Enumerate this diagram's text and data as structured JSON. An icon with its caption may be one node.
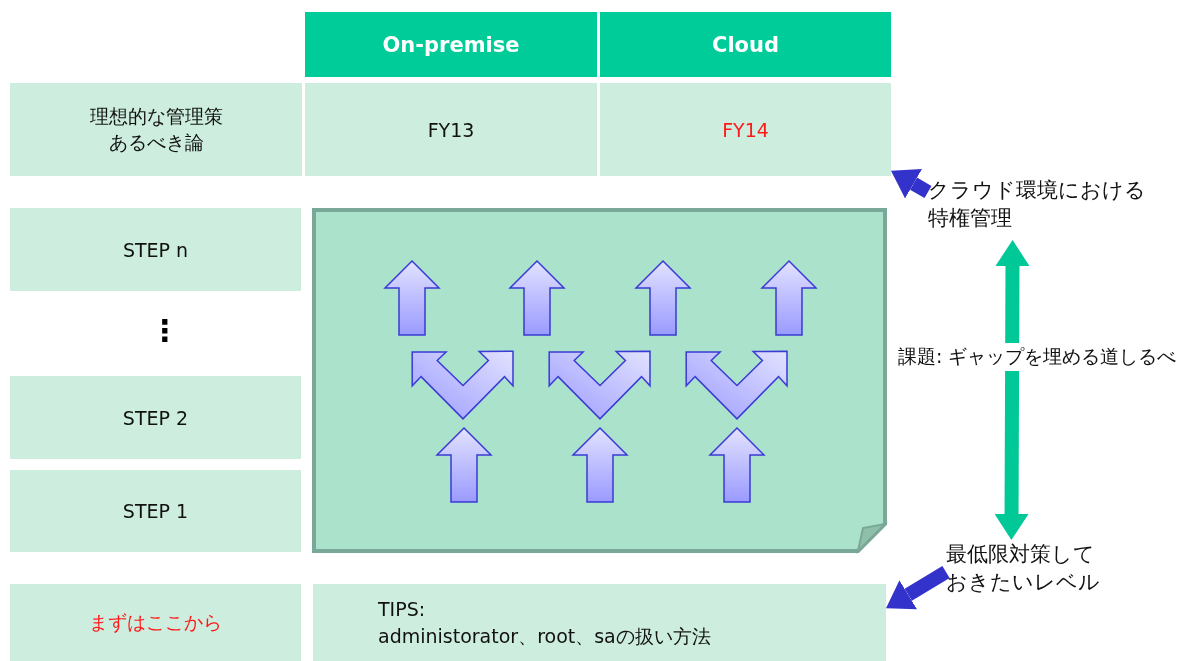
{
  "diagram": {
    "nodes": [
      {
        "text": [
          "On-premise"
        ]
      },
      {
        "text": [
          "Cloud"
        ]
      },
      {
        "text": [
          "理想的な管理策",
          "あるべき論"
        ]
      },
      {
        "text": [
          "FY13"
        ]
      },
      {
        "text": [
          "FY14"
        ]
      },
      {
        "text": [
          "STEP n"
        ]
      },
      {
        "text": [
          "STEP 2"
        ]
      },
      {
        "text": [
          "STEP 1"
        ]
      },
      {
        "text": [],
        "shape": "box"
      },
      {
        "text": [
          "まずはここから"
        ]
      },
      {
        "text": [
          "TIPS:",
          "administorator、root、saの扱い方法"
        ]
      },
      {
        "text": [
          "クラウド環境における特権管理"
        ]
      },
      {
        "text": [
          "最低限対策しておきたいレベル"
        ]
      }
    ],
    "edges": [
      {
        "from": 11,
        "to": 4,
        "arrow": "to"
      },
      {
        "from": 11,
        "to": 12,
        "arrow": "both",
        "color": "#00c896",
        "label": "課題: ギャップを埋める道しるべ"
      },
      {
        "from": 12,
        "to": 10,
        "arrow": "to"
      }
    ],
    "labels": [
      "⋮"
    ]
  }
}
